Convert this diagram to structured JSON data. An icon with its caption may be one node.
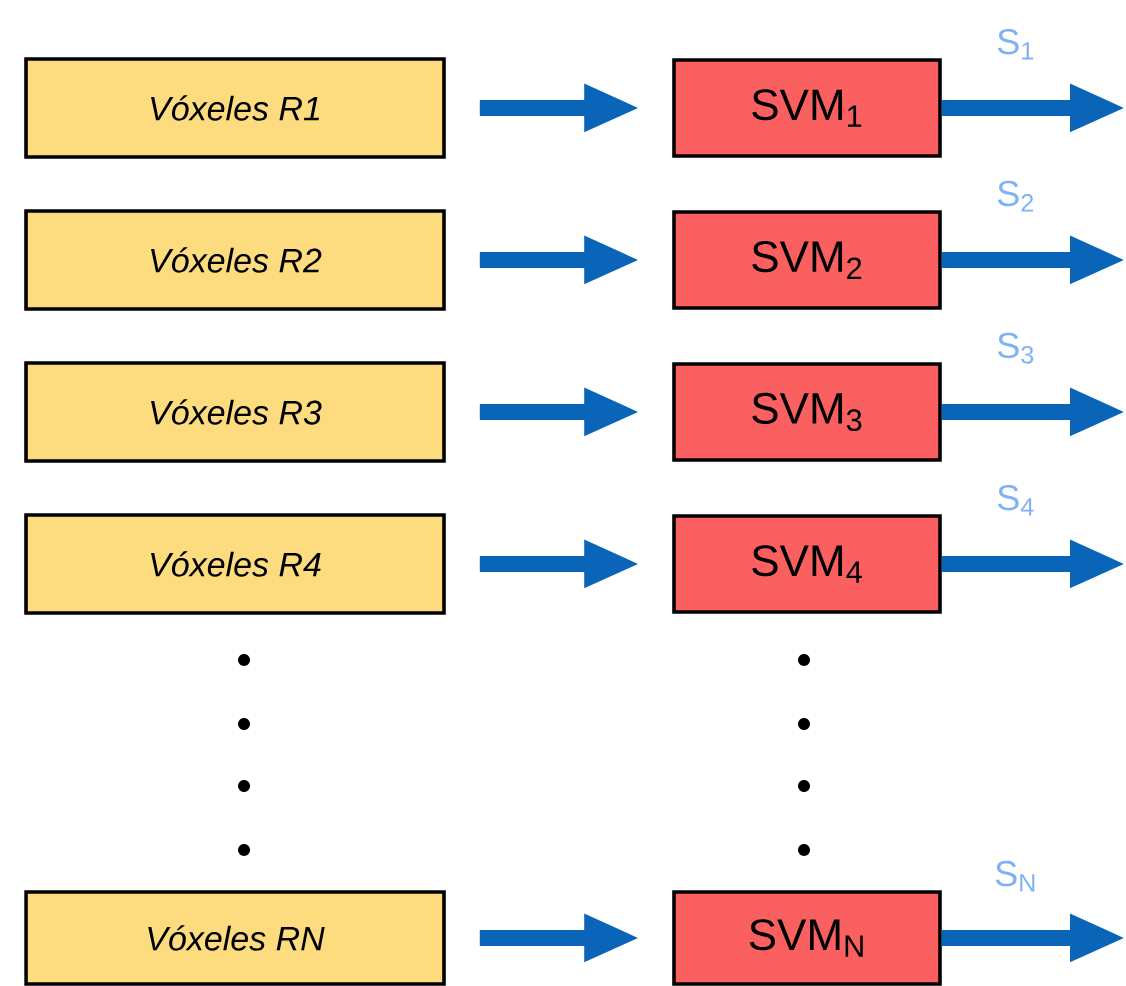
{
  "diagram": {
    "nodes": [
      {
        "text": [
          "Vóxeles R1"
        ]
      },
      {
        "text": [
          "SVM$_{1}$"
        ]
      },
      {
        "text": [
          "Vóxeles R2"
        ]
      },
      {
        "text": [
          "SVM$_{2}$"
        ]
      },
      {
        "text": [
          "Vóxeles R3"
        ]
      },
      {
        "text": [
          "SVM$_{3}$"
        ]
      },
      {
        "text": [
          "Vóxeles R4"
        ]
      },
      {
        "text": [
          "SVM$_{4}$"
        ]
      },
      {
        "text": [
          "Vóxeles RN"
        ]
      },
      {
        "text": [
          "SVM$_{N}$"
        ]
      }
    ],
    "edges": [
      {
        "from": 0,
        "to": 1,
        "arrow": "to"
      },
      {
        "from": 1,
        "to": null,
        "arrow": "to",
        "label": "S$_{1}$"
      },
      {
        "from": 2,
        "to": 3,
        "arrow": "to"
      },
      {
        "from": 3,
        "to": null,
        "arrow": "to",
        "label": "S$_{2}$"
      },
      {
        "from": 4,
        "to": 5,
        "arrow": "to"
      },
      {
        "from": 5,
        "to": null,
        "arrow": "to",
        "label": "S$_{3}$"
      },
      {
        "from": 6,
        "to": 7,
        "arrow": "to"
      },
      {
        "from": 7,
        "to": null,
        "arrow": "to",
        "label": "S$_{4}$"
      },
      {
        "from": 8,
        "to": 9,
        "arrow": "to"
      },
      {
        "from": 9,
        "to": null,
        "arrow": "to",
        "label": "S$_{N}$"
      }
    ]
  }
}
